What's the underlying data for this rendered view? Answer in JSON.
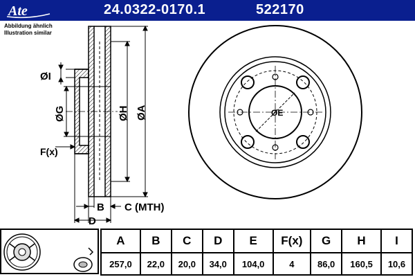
{
  "header": {
    "brand": "Ate",
    "part_number": "24.0322-0170.1",
    "ref_number": "522170",
    "bg_color": "#0a1f8f"
  },
  "notes": {
    "de": "Abbildung ähnlich",
    "en": "Illustration similar"
  },
  "drawing_labels": {
    "I": "ØI",
    "G": "ØG",
    "H": "ØH",
    "A": "ØA",
    "E": "ØE",
    "F": "F(x)",
    "B": "B",
    "C": "C (MTH)",
    "D": "D"
  },
  "table": {
    "headers": [
      "A",
      "B",
      "C",
      "D",
      "E",
      "F(x)",
      "G",
      "H",
      "I"
    ],
    "values": [
      "257,0",
      "22,0",
      "20,0",
      "34,0",
      "104,0",
      "4",
      "86,0",
      "160,5",
      "10,6"
    ]
  }
}
